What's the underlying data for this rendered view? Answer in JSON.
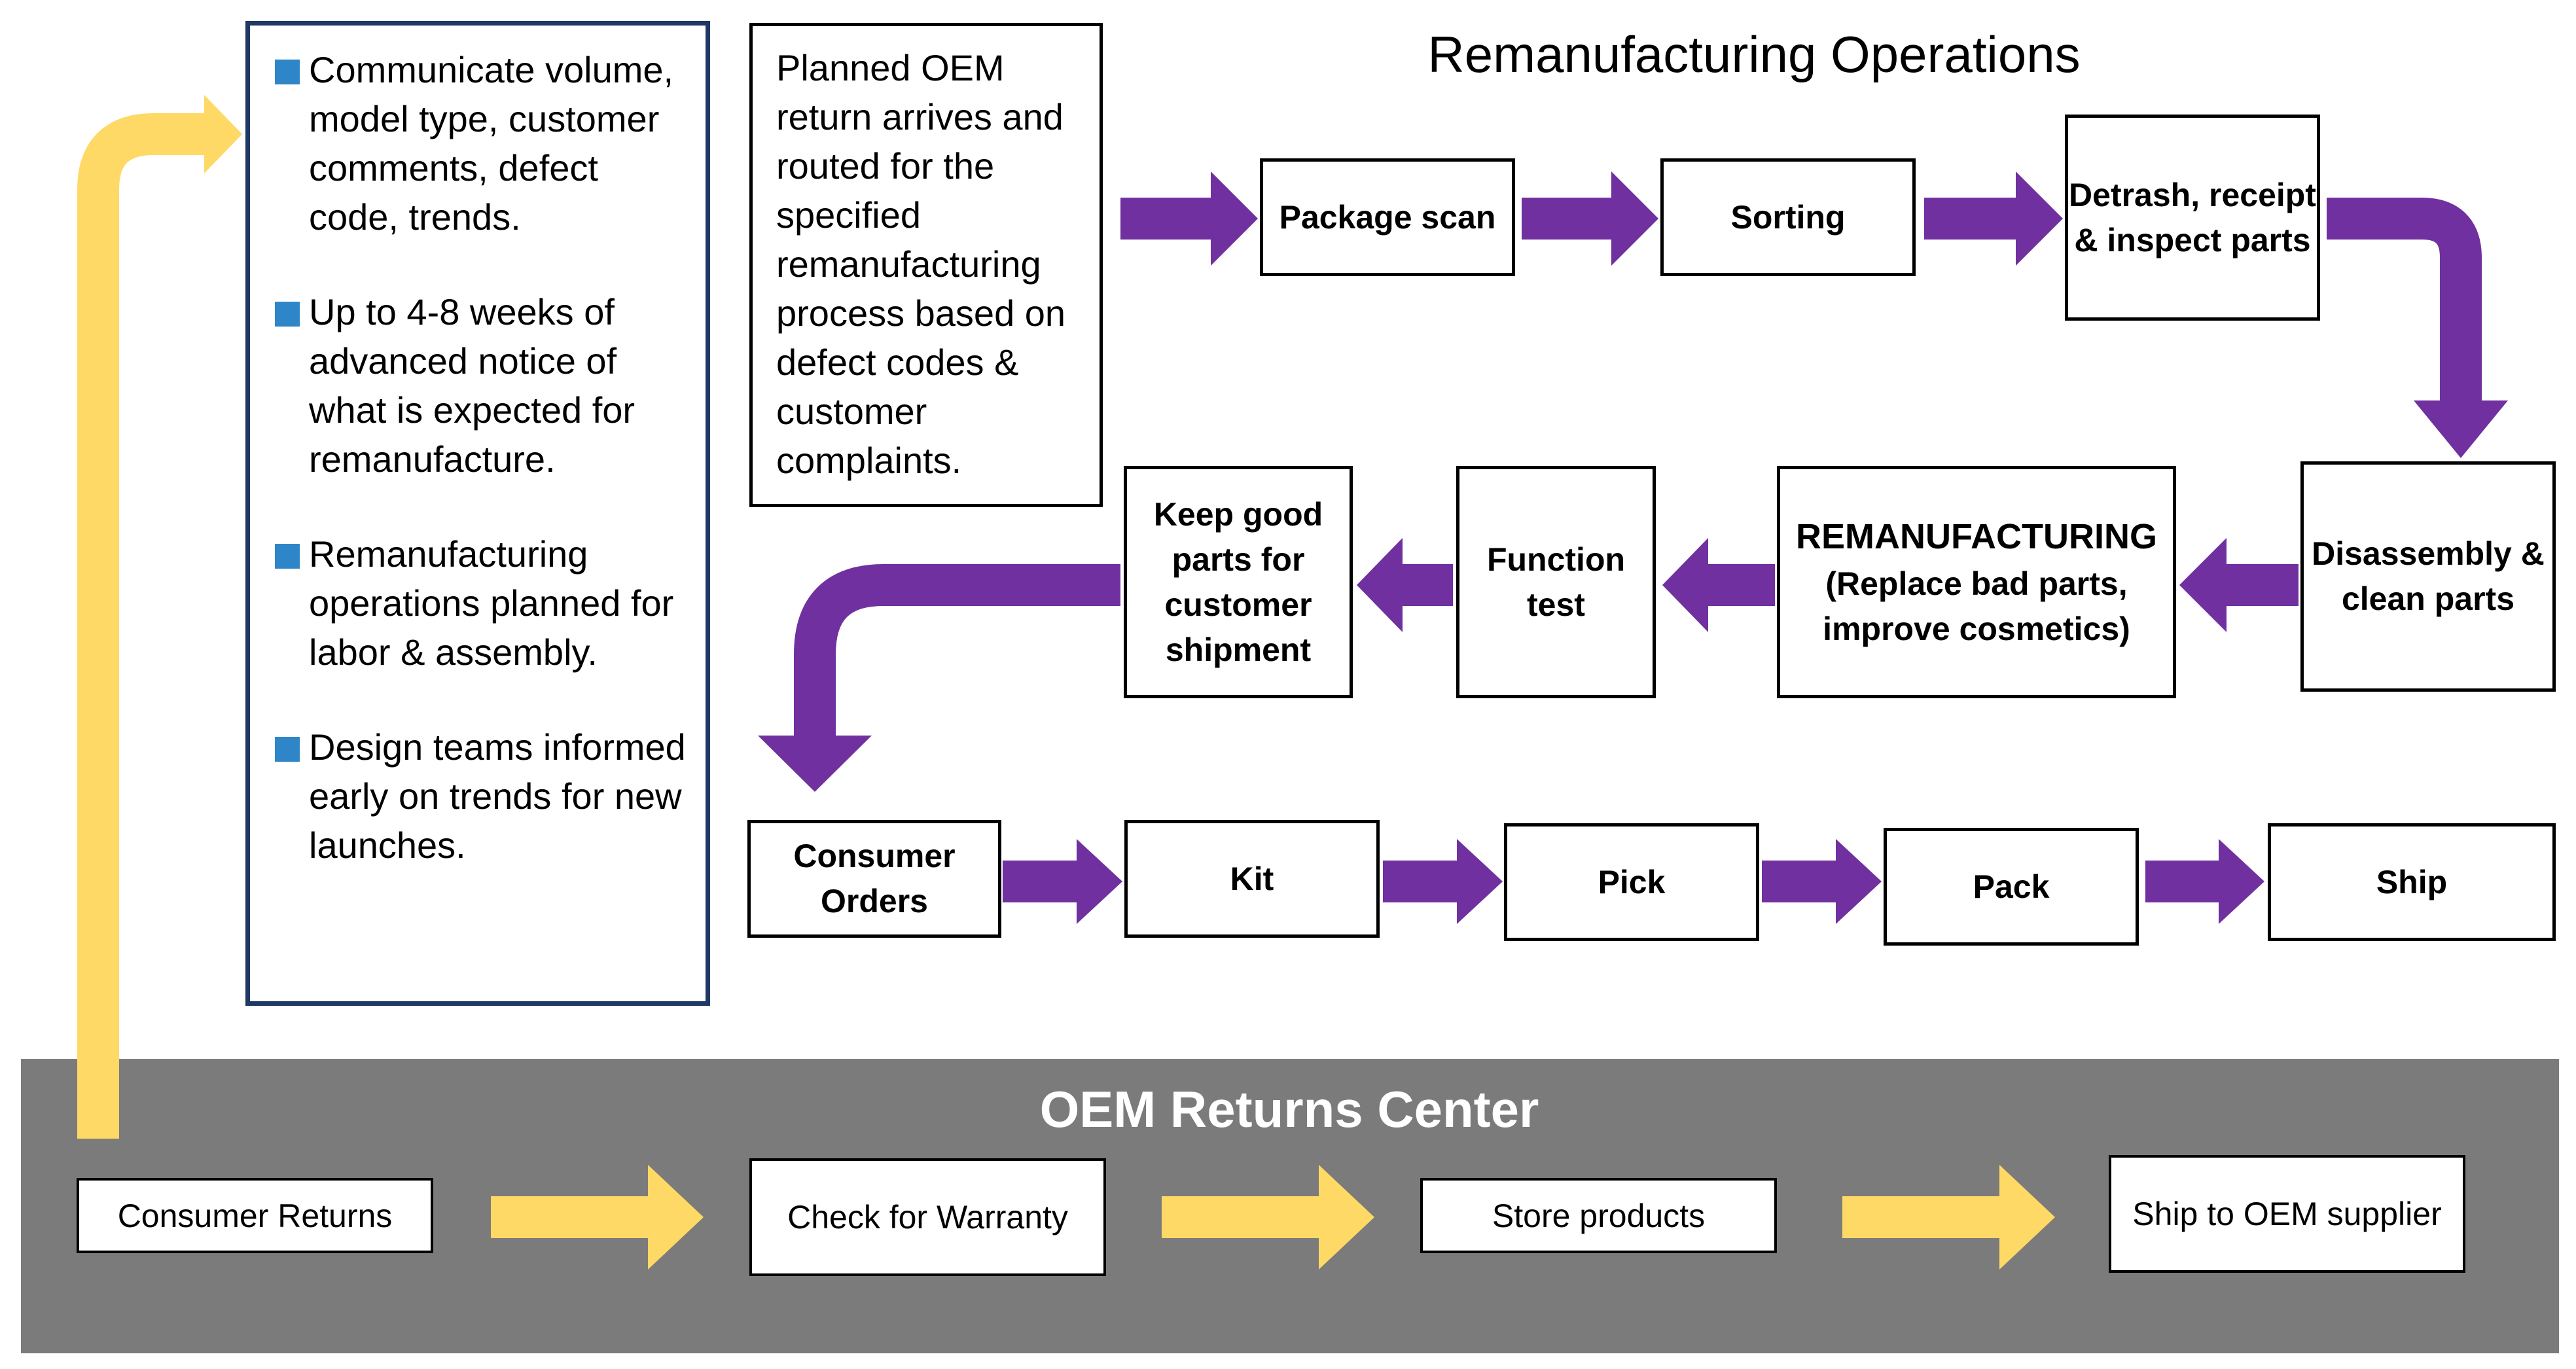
{
  "title": "Remanufacturing Operations",
  "colors": {
    "purple": "#7030a0",
    "yellow": "#ffd966",
    "gray": "#7b7b7b",
    "navy": "#1f3864",
    "bullet": "#2e86c8"
  },
  "sidebar": {
    "bullets": [
      "Communicate volume, model type, customer comments, defect code, trends.",
      "Up to 4-8 weeks of advanced notice of what is expected for remanufacture.",
      "Remanufacturing operations planned for labor & assembly.",
      "Design teams informed early on trends for new launches."
    ]
  },
  "planned_text": "Planned OEM return arrives and routed for the specified remanufacturing process based on defect codes & customer complaints.",
  "row1": {
    "package_scan": "Package scan",
    "sorting": "Sorting",
    "detrash": "Detrash, receipt & inspect parts"
  },
  "row2": {
    "disassembly": "Disassembly & clean parts",
    "remanufacturing_title": "REMANUFACTURING",
    "remanufacturing_sub": "(Replace bad parts, improve cosmetics)",
    "function_test": "Function test",
    "keep_good": "Keep good parts for customer shipment"
  },
  "row3": {
    "consumer_orders": "Consumer Orders",
    "kit": "Kit",
    "pick": "Pick",
    "pack": "Pack",
    "ship": "Ship"
  },
  "oem": {
    "title": "OEM Returns Center",
    "consumer_returns": "Consumer Returns",
    "check_warranty": "Check for Warranty",
    "store_products": "Store products",
    "ship_to_oem": "Ship to OEM supplier"
  }
}
